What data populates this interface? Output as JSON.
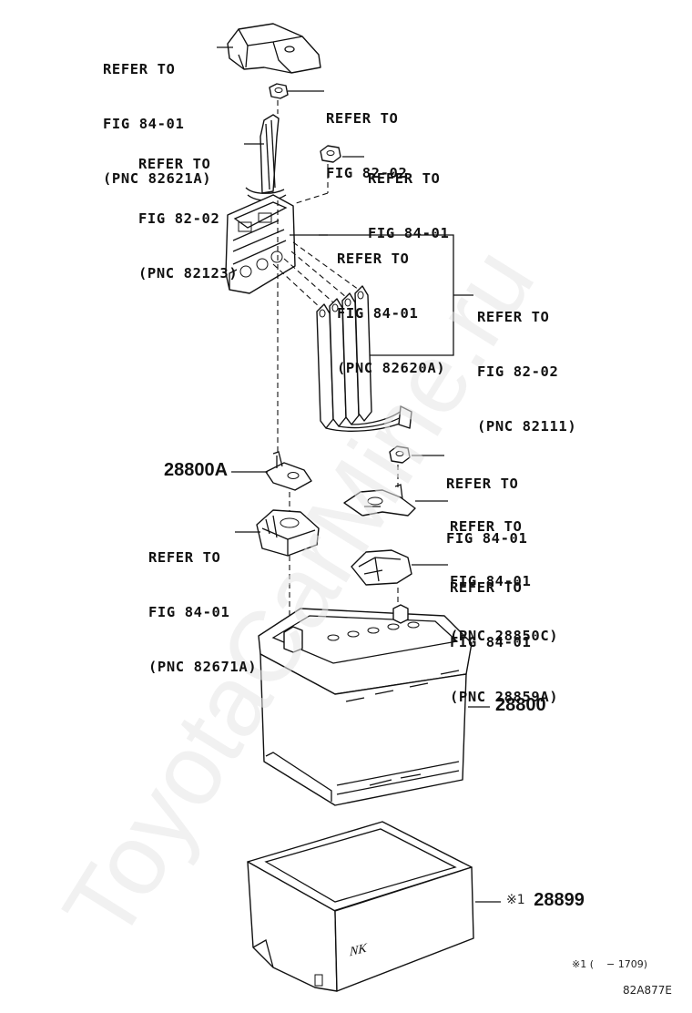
{
  "watermark": "ToyotaCarMine.ru",
  "callouts": {
    "c1": [
      "REFER TO",
      "FIG 84-01",
      "(PNC 82621A)"
    ],
    "c2": [
      "REFER TO",
      "FIG 82-02"
    ],
    "c3": [
      "REFER TO",
      "FIG 82-02",
      "(PNC 82123)"
    ],
    "c4": [
      "REFER TO",
      "FIG 84-01"
    ],
    "c5": [
      "REFER TO",
      "FIG 84-01",
      "(PNC 82620A)"
    ],
    "c6": [
      "REFER TO",
      "FIG 82-02",
      "(PNC 82111)"
    ],
    "c7": [
      "REFER TO",
      "FIG 84-01"
    ],
    "c8": [
      "REFER TO",
      "FIG 84-01",
      "(PNC 28850C)"
    ],
    "c9": [
      "REFER TO",
      "FIG 84-01",
      "(PNC 82671A)"
    ],
    "c10": [
      "REFER TO",
      "FIG 84-01",
      "(PNC 28859A)"
    ]
  },
  "part_numbers": {
    "terminal_clamp": "28800A",
    "battery": "28800",
    "tray": "28899",
    "tray_mark": "※1"
  },
  "footnote": "※1 (    − 1709)",
  "diagram_id": "82A877E",
  "tray_logo": "NK"
}
